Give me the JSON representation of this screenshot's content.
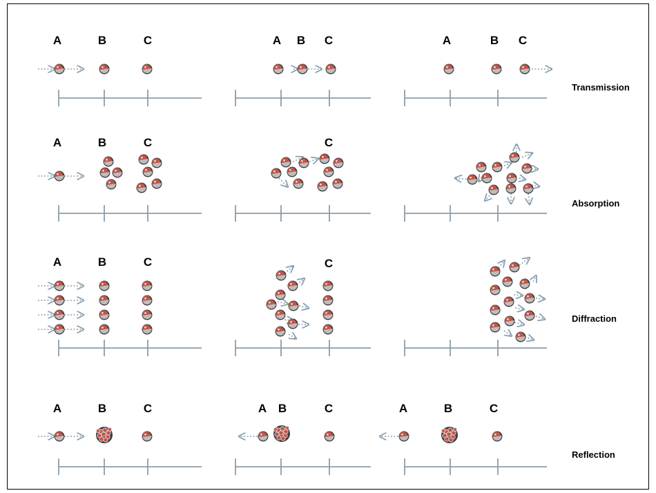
{
  "colors": {
    "particle_dark": "#3d3d3d",
    "particle_red": "#c0564a",
    "particle_light": "#e8e8e8",
    "arrow": "#8aa0b0",
    "axis": "#8c9ca8",
    "text": "#000000"
  },
  "rows": [
    {
      "label": "Transmission",
      "panels": [
        {
          "letters": [
            "A",
            "B",
            "C"
          ]
        },
        {
          "letters": [
            "A",
            "B",
            "C"
          ]
        },
        {
          "letters": [
            "A",
            "B",
            "C"
          ]
        }
      ]
    },
    {
      "label": "Absorption",
      "panels": [
        {
          "letters": [
            "A",
            "B",
            "C"
          ]
        },
        {
          "letters": [
            "C"
          ]
        },
        {
          "letters": []
        }
      ]
    },
    {
      "label": "Diffraction",
      "panels": [
        {
          "letters": [
            "A",
            "B",
            "C"
          ]
        },
        {
          "letters": [
            "C"
          ]
        },
        {
          "letters": []
        }
      ]
    },
    {
      "label": "Reflection",
      "panels": [
        {
          "letters": [
            "A",
            "B",
            "C"
          ]
        },
        {
          "letters": [
            "A",
            "B",
            "C"
          ]
        },
        {
          "letters": [
            "A",
            "B",
            "C"
          ]
        }
      ]
    }
  ]
}
